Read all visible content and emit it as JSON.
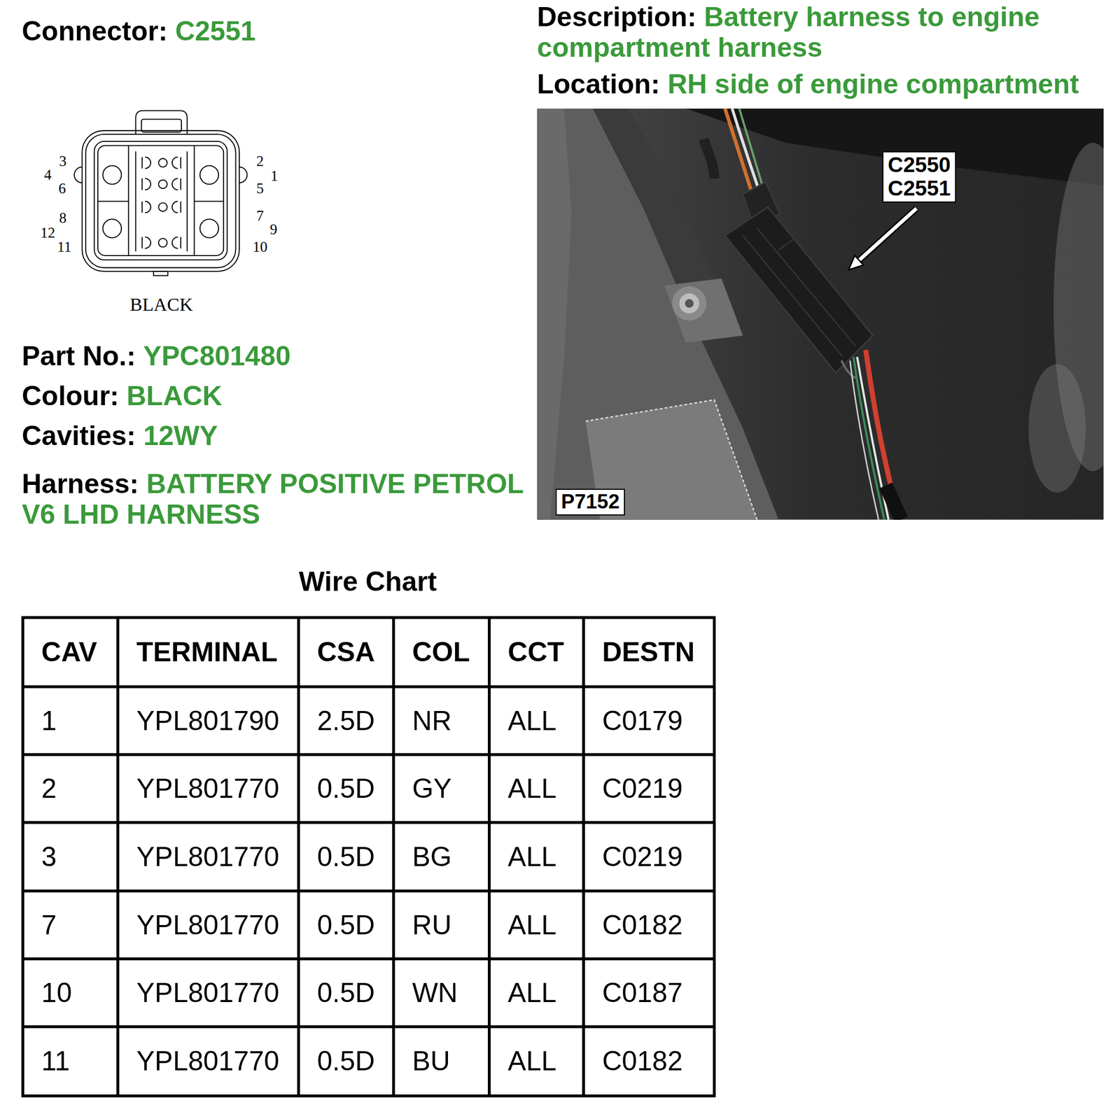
{
  "diagram": {
    "nodes": [
      {
        "text": [
          "C2550",
          "C2551"
        ]
      },
      {
        "text": [
          "P7152"
        ]
      }
    ],
    "labels": [
      "Connector:",
      "C2551",
      "Description:",
      "Battery harness to engine compartment harness",
      "Location:",
      "RH side of engine compartment",
      "3",
      "2",
      "4",
      "1",
      "6",
      "5",
      "8",
      "7",
      "12",
      "9",
      "11",
      "10",
      "BLACK",
      "Part No.:",
      "YPC801480",
      "Colour:",
      "BLACK",
      "Cavities:",
      "12WY",
      "Harness:",
      "BATTERY POSITIVE PETROL V6 LHD HARNESS",
      "Wire Chart",
      "CAV",
      "TERMINAL",
      "CSA",
      "COL",
      "CCT",
      "DESTN",
      "1",
      "YPL801790",
      "2.5D",
      "NR",
      "ALL",
      "C0179",
      "2",
      "YPL801770",
      "0.5D",
      "GY",
      "ALL",
      "C0219",
      "3",
      "YPL801770",
      "0.5D",
      "BG",
      "ALL",
      "C0219",
      "7",
      "YPL801770",
      "0.5D",
      "RU",
      "ALL",
      "C0182",
      "10",
      "YPL801770",
      "0.5D",
      "WN",
      "ALL",
      "C0187",
      "11",
      "YPL801770",
      "0.5D",
      "BU",
      "ALL",
      "C0182"
    ]
  }
}
